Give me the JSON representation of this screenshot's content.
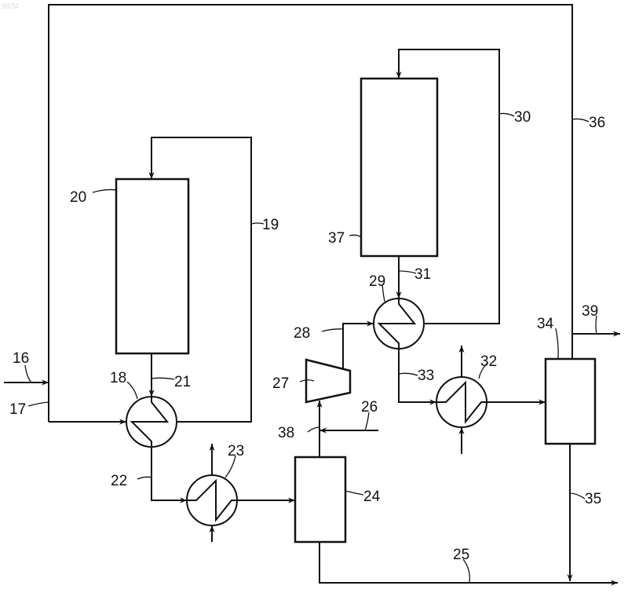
{
  "watermark": "9834",
  "labels": {
    "l16": "16",
    "l17": "17",
    "l18": "18",
    "l19": "19",
    "l20": "20",
    "l21": "21",
    "l22": "22",
    "l23": "23",
    "l24": "24",
    "l25": "25",
    "l26": "26",
    "l27": "27",
    "l28": "28",
    "l29": "29",
    "l30": "30",
    "l31": "31",
    "l32": "32",
    "l33": "33",
    "l34": "34",
    "l35": "35",
    "l36": "36",
    "l37": "37",
    "l38": "38",
    "l39": "39"
  }
}
